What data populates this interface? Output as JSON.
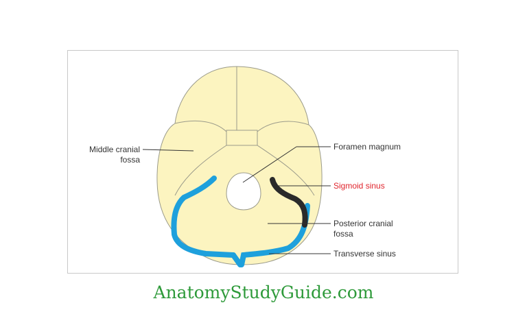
{
  "labels": {
    "middle_cranial_fossa_line1": "Middle cranial",
    "middle_cranial_fossa_line2": "fossa",
    "foramen_magnum": "Foramen magnum",
    "sigmoid_sinus": "Sigmoid sinus",
    "posterior_cranial_fossa_line1": "Posterior cranial",
    "posterior_cranial_fossa_line2": "fossa",
    "transverse_sinus": "Transverse sinus"
  },
  "footer": {
    "site_name": "AnatomyStudyGuide.com"
  },
  "colors": {
    "skull_fill": "#fcf4c0",
    "outline": "#9a9a8a",
    "sinus_blue": "#1ea0dc",
    "sinus_dark": "#2a2a2a",
    "highlight_label": "#e0242c",
    "footer_text": "#2e9a3a"
  }
}
